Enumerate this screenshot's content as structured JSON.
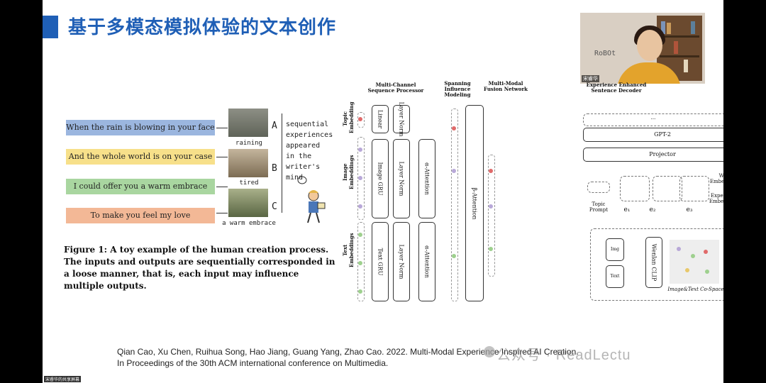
{
  "slide": {
    "title": "基于多模态模拟体验的文本创作"
  },
  "video": {
    "wall_text": "RoBOt",
    "name": "宋睿华"
  },
  "left_figure": {
    "lines": [
      {
        "text": "When the rain is blowing in your face",
        "color": "#9bb6df",
        "letter": "A",
        "caption": "raining"
      },
      {
        "text": "And the whole world is on your case",
        "color": "#f7e08a",
        "letter": "B",
        "caption": "tired"
      },
      {
        "text": "I could offer you a warm embrace",
        "color": "#a9d6a0",
        "letter": "C",
        "caption": "a warm embrace"
      },
      {
        "text": "To make you feel my love",
        "color": "#f3b896",
        "letter": "",
        "caption": ""
      }
    ],
    "side_note": "sequential experiences appeared in the writer's mind",
    "caption": "Figure 1: A toy example of the human creation process. The inputs and outputs are sequentially corresponded in a loose manner, that is, each input may influence multiple outputs."
  },
  "diagram": {
    "headers": {
      "mcsp": "Multi-Channel Sequence Processor",
      "sim": "Spanning Influence Modeling",
      "mmfn": "Multi-Modal Fusion Network",
      "eesd": "Experience Enhanced Sentence Decoder"
    },
    "row_labels": {
      "topic": "Topic Embedding",
      "image": "Image Embeddings",
      "text": "Text Embeddings"
    },
    "blocks": {
      "linear": "Linear",
      "layer_norm": "Layer Norm",
      "image_gru": "Image GRU",
      "text_gru": "Text GRU",
      "alpha_attention": "α-Attention",
      "beta_attention": "β-Attention",
      "gpt2": "GPT-2",
      "projector": "Projector",
      "wenlan": "Wenlan CLIP",
      "img": "Img",
      "text_in": "Text",
      "co_space": "Image&Text Co-Space",
      "ellipsis": "···"
    },
    "bottom_labels": {
      "topic_prompt": "Topic Prompt",
      "e1": "e₁",
      "e2": "e₂",
      "e3": "e₃",
      "word_emb": "Word Embeddings",
      "exp_emb": "Experience Embeddings"
    }
  },
  "reference": {
    "line1": "Qian Cao, Xu Chen, Ruihua Song, Hao Jiang, Guang Yang, Zhao Cao. 2022. Multi-Modal Experience Inspired AI Creation.",
    "line2": "In Proceedings of the 30th ACM international conference on Multimedia."
  },
  "watermark": "公众号 · ReadLectu",
  "bottom_left_label": "宋睿华的共享屏幕"
}
